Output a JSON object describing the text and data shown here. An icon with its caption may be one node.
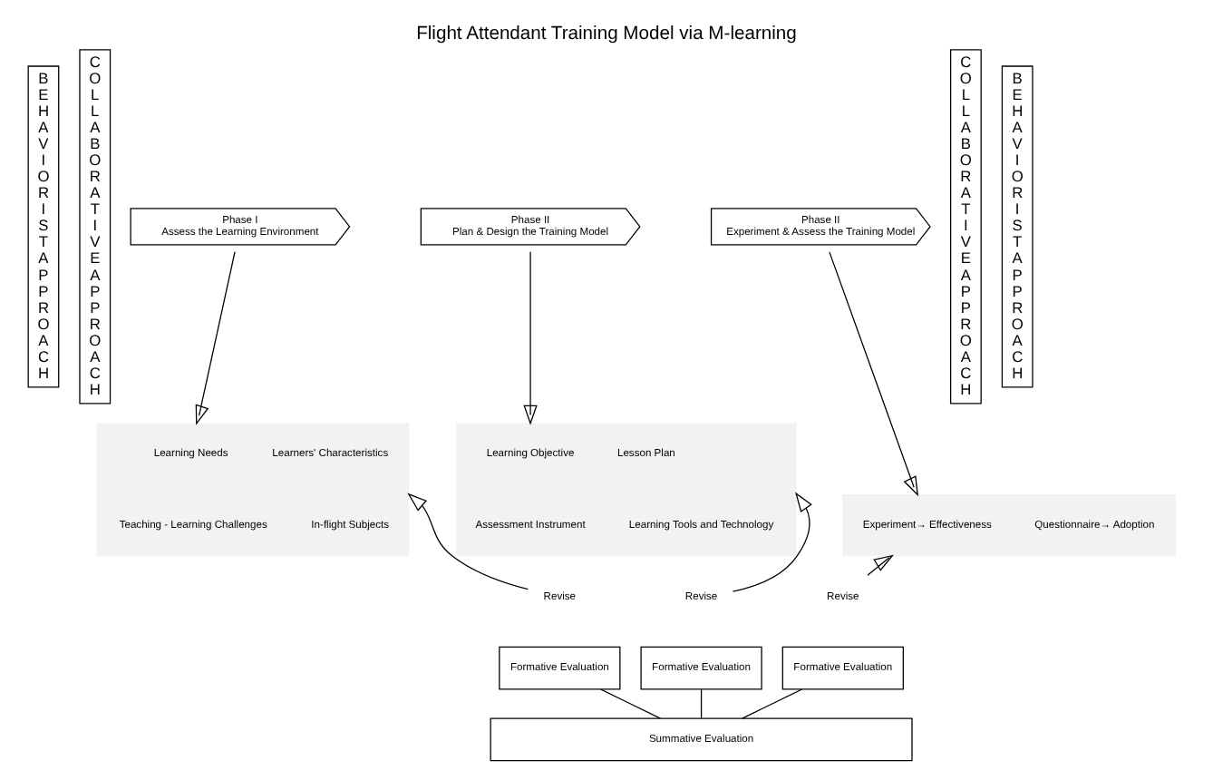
{
  "diagram": {
    "title": "Flight Attendant Training Model via M-learning",
    "nodes": [
      {
        "text": [
          "BEHAVIORISTAPPROACH"
        ]
      },
      {
        "text": [
          "COLLABORATIVEAPPROACH"
        ]
      },
      {
        "text": [
          "Phase I",
          "Assess the Learning Environment"
        ]
      },
      {
        "text": [
          "Phase II",
          "Plan & Design the Training Model"
        ]
      },
      {
        "text": [
          "Phase II",
          "Experiment & Assess the Training Model"
        ]
      },
      {
        "text": [],
        "shape": "box"
      },
      {
        "text": [
          "Learning Needs"
        ],
        "in": 5
      },
      {
        "text": [
          "Learners' Characteristics"
        ],
        "in": 5
      },
      {
        "text": [
          "Teaching - Learning Challenges"
        ],
        "in": 5
      },
      {
        "text": [
          "In-flight Subjects"
        ],
        "in": 5
      },
      {
        "text": [],
        "shape": "box"
      },
      {
        "text": [
          "Learning Objective"
        ],
        "in": 10
      },
      {
        "text": [
          "Lesson Plan"
        ],
        "in": 10
      },
      {
        "text": [
          "Assessment Instrument"
        ],
        "in": 10
      },
      {
        "text": [
          "Learning Tools and Technology"
        ],
        "in": 10
      },
      {
        "text": [],
        "shape": "box"
      },
      {
        "text": [
          "Experiment→ Effectiveness"
        ],
        "in": 15
      },
      {
        "text": [
          "Questionnaire→ Adoption"
        ],
        "in": 15
      },
      {
        "text": [
          "Revise"
        ]
      },
      {
        "text": [
          "Formative Evaluation"
        ]
      },
      {
        "text": [
          "Revise"
        ]
      },
      {
        "text": [
          "Formative Evaluation"
        ]
      },
      {
        "text": [
          "Revise"
        ]
      },
      {
        "text": [
          "Formative Evaluation"
        ]
      },
      {
        "text": [
          "Summative Evaluation"
        ]
      },
      {
        "text": [
          "COLLABORATIVEAPPROACH"
        ]
      },
      {
        "text": [
          "BEHAVIORISTAPPROACH"
        ]
      }
    ],
    "edges": [
      {
        "from": 2,
        "to": 5,
        "arrow": "to"
      },
      {
        "from": 3,
        "to": 10,
        "arrow": "to"
      },
      {
        "from": 4,
        "to": 15,
        "arrow": "to"
      },
      {
        "from": 18,
        "to": 5,
        "arrow": "to"
      },
      {
        "from": 20,
        "to": 10,
        "arrow": "to"
      },
      {
        "from": 22,
        "to": 15,
        "arrow": "to"
      },
      {
        "from": 19,
        "to": 24,
        "arrow": "none"
      },
      {
        "from": 21,
        "to": 24,
        "arrow": "none"
      },
      {
        "from": 23,
        "to": 24,
        "arrow": "none"
      }
    ]
  }
}
